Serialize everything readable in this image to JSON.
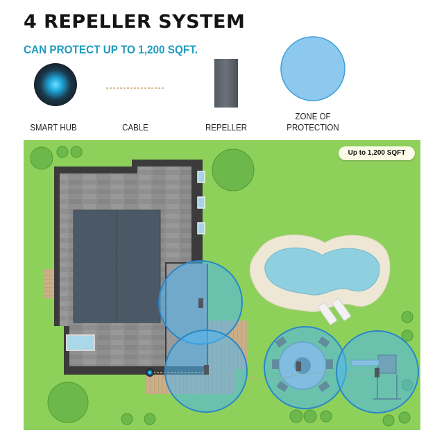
{
  "header": {
    "title": "4 REPELLER SYSTEM",
    "subtitle": "CAN PROTECT UP TO 1,200 SQFT."
  },
  "legend": {
    "items": [
      {
        "label": "SMART HUB",
        "icon": "smart-hub-icon"
      },
      {
        "label": "CABLE",
        "icon": "cable-icon"
      },
      {
        "label": "REPELLER",
        "icon": "repeller-icon"
      },
      {
        "label": "ZONE OF\nPROTECTION",
        "icon": "zone-of-protection-icon"
      }
    ]
  },
  "map": {
    "coverage_badge": "Up to 1,200 SQFT",
    "colors": {
      "lawn": "#8ed15a",
      "roof": "#8e8e8e",
      "solar_panel": "#4a5866",
      "pool_water": "#8ecfe0",
      "zone_fill": "#4fb6f0",
      "zone_stroke": "#2a86c7",
      "cable": "#c9a56a",
      "deck": "#c8ad86"
    },
    "repeller_count": 4
  }
}
